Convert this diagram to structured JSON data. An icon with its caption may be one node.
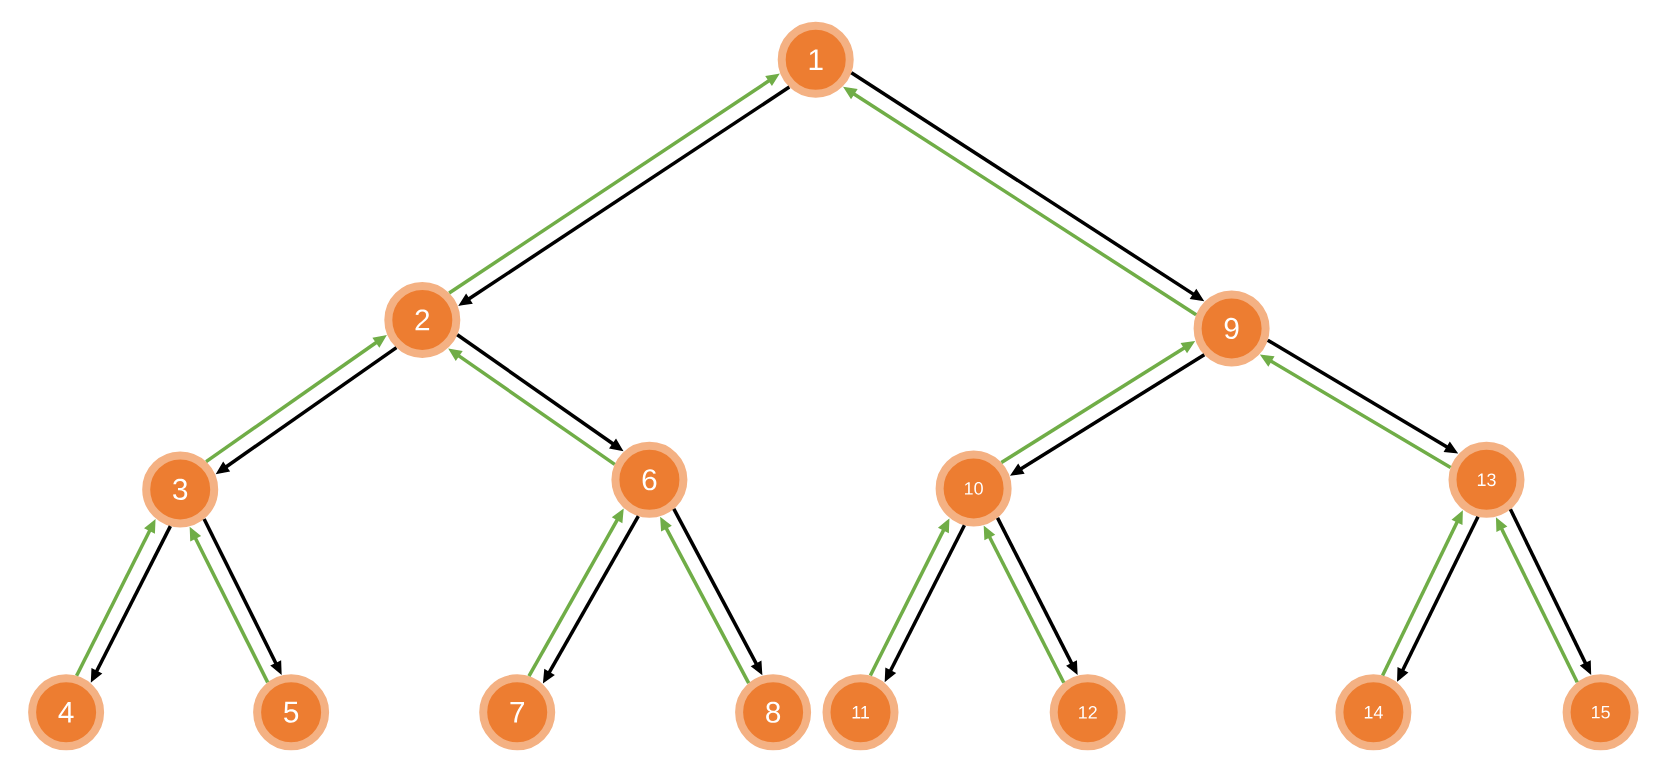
{
  "diagram": {
    "nodes": [
      {
        "text": [
          "1"
        ]
      },
      {
        "text": [
          "2"
        ]
      },
      {
        "text": [
          "3"
        ]
      },
      {
        "text": [
          "4"
        ]
      },
      {
        "text": [
          "5"
        ]
      },
      {
        "text": [
          "6"
        ]
      },
      {
        "text": [
          "7"
        ]
      },
      {
        "text": [
          "8"
        ]
      },
      {
        "text": [
          "9"
        ]
      },
      {
        "text": [
          "10"
        ]
      },
      {
        "text": [
          "11"
        ]
      },
      {
        "text": [
          "12"
        ]
      },
      {
        "text": [
          "13"
        ]
      },
      {
        "text": [
          "14"
        ]
      },
      {
        "text": [
          "15"
        ]
      }
    ],
    "edges": [
      {
        "from": 0,
        "to": 1,
        "arrow": "to"
      },
      {
        "from": 1,
        "to": 0,
        "arrow": "to",
        "color": "#70ad47"
      },
      {
        "from": 0,
        "to": 8,
        "arrow": "to"
      },
      {
        "from": 8,
        "to": 0,
        "arrow": "to",
        "color": "#70ad47"
      },
      {
        "from": 1,
        "to": 2,
        "arrow": "to"
      },
      {
        "from": 2,
        "to": 1,
        "arrow": "to",
        "color": "#70ad47"
      },
      {
        "from": 1,
        "to": 5,
        "arrow": "to"
      },
      {
        "from": 5,
        "to": 1,
        "arrow": "to",
        "color": "#70ad47"
      },
      {
        "from": 2,
        "to": 3,
        "arrow": "to"
      },
      {
        "from": 3,
        "to": 2,
        "arrow": "to",
        "color": "#70ad47"
      },
      {
        "from": 2,
        "to": 4,
        "arrow": "to"
      },
      {
        "from": 4,
        "to": 2,
        "arrow": "to",
        "color": "#70ad47"
      },
      {
        "from": 5,
        "to": 6,
        "arrow": "to"
      },
      {
        "from": 6,
        "to": 5,
        "arrow": "to",
        "color": "#70ad47"
      },
      {
        "from": 5,
        "to": 7,
        "arrow": "to"
      },
      {
        "from": 7,
        "to": 5,
        "arrow": "to",
        "color": "#70ad47"
      },
      {
        "from": 8,
        "to": 9,
        "arrow": "to"
      },
      {
        "from": 9,
        "to": 8,
        "arrow": "to",
        "color": "#70ad47"
      },
      {
        "from": 8,
        "to": 12,
        "arrow": "to"
      },
      {
        "from": 12,
        "to": 8,
        "arrow": "to",
        "color": "#70ad47"
      },
      {
        "from": 9,
        "to": 10,
        "arrow": "to"
      },
      {
        "from": 10,
        "to": 9,
        "arrow": "to",
        "color": "#70ad47"
      },
      {
        "from": 9,
        "to": 11,
        "arrow": "to"
      },
      {
        "from": 11,
        "to": 9,
        "arrow": "to",
        "color": "#70ad47"
      },
      {
        "from": 12,
        "to": 13,
        "arrow": "to"
      },
      {
        "from": 13,
        "to": 12,
        "arrow": "to",
        "color": "#70ad47"
      },
      {
        "from": 12,
        "to": 14,
        "arrow": "to"
      },
      {
        "from": 14,
        "to": 12,
        "arrow": "to",
        "color": "#70ad47"
      }
    ]
  }
}
